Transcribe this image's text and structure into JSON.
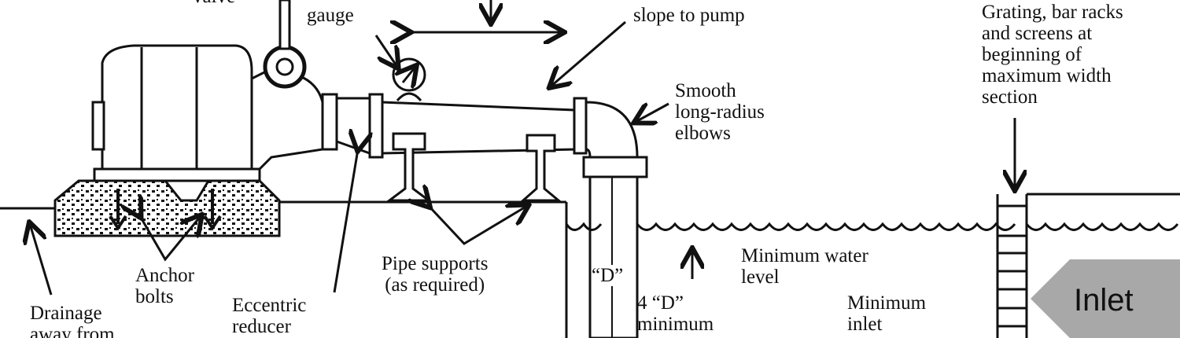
{
  "labels": {
    "valve": "valve",
    "gauge": "gauge",
    "slope": "slope to pump",
    "grating": [
      "Grating, bar racks",
      "and screens at",
      "beginning of",
      "maximum width",
      "section"
    ],
    "elbows": [
      "Smooth",
      "long-radius",
      "elbows"
    ],
    "pipe_supports": [
      "Pipe supports",
      "(as required)"
    ],
    "d_label": "“D”",
    "four_d": [
      "4 “D”",
      "minimum"
    ],
    "water_level": [
      "Minimum water",
      "level"
    ],
    "min_inlet": [
      "Minimum",
      "inlet"
    ],
    "inlet": "Inlet",
    "anchor_bolts": [
      "Anchor",
      "bolts"
    ],
    "reducer": [
      "Eccentric",
      "reducer"
    ],
    "drainage": [
      "Drainage",
      "away from"
    ]
  },
  "colors": {
    "ink": "#111111",
    "inlet_arrow": "#a8a8a8"
  }
}
